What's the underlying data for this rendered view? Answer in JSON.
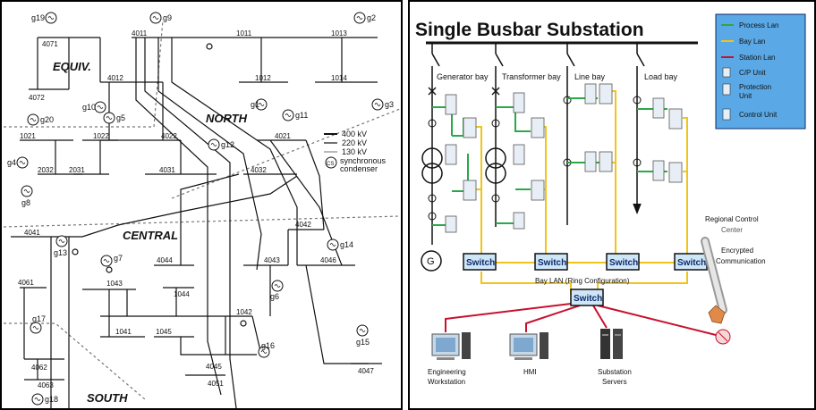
{
  "left": {
    "zones": {
      "equiv": "EQUIV.",
      "north": "NORTH",
      "central": "CENTRAL",
      "south": "SOUTH"
    },
    "legend": {
      "kv400": "400 kV",
      "kv220": "220 kV",
      "kv130": "130 kV",
      "cs_symbol": "CS",
      "cs_line1": "synchronous",
      "cs_line2": "condenser"
    },
    "generators": {
      "g19": "g19",
      "g9": "g9",
      "g2": "g2",
      "g20": "g20",
      "g10": "g10",
      "g5": "g5",
      "g1": "g1",
      "g3": "g3",
      "g11": "g11",
      "g4": "g4",
      "g12": "g12",
      "g8": "g8",
      "g14": "g14",
      "g13": "g13",
      "g7": "g7",
      "g6": "g6",
      "g15": "g15",
      "g16": "g16",
      "g17": "g17",
      "g18": "g18"
    },
    "buses": {
      "b4071": "4071",
      "b4011": "4011",
      "b1011": "1011",
      "b1013": "1013",
      "b4072": "4072",
      "b4012": "4012",
      "b1012": "1012",
      "b1014": "1014",
      "b1021": "1021",
      "b1022": "1022",
      "b4022": "4022",
      "b4021": "4021",
      "b2032": "2032",
      "b2031": "2031",
      "b4031": "4031",
      "b4032": "4032",
      "b4042": "4042",
      "b4041": "4041",
      "b4044": "4044",
      "b4043": "4043",
      "b4046": "4046",
      "b4061": "4061",
      "b1043": "1043",
      "b1044": "1044",
      "b1042": "1042",
      "b1041": "1041",
      "b1045": "1045",
      "b4045": "4045",
      "b4047": "4047",
      "b4051": "4051",
      "b4062": "4062",
      "b4063": "4063"
    }
  },
  "right": {
    "title": "Single Busbar Substation",
    "bays": {
      "generator": "Generator bay",
      "transformer": "Transformer bay",
      "line": "Line bay",
      "load": "Load bay"
    },
    "legend": {
      "process_lan": "Process Lan",
      "bay_lan": "Bay Lan",
      "station_lan": "Station Lan",
      "cp_unit": "C/P Unit",
      "protection_line1": "Protection",
      "protection_line2": "Unit",
      "control_unit": "Control Unit"
    },
    "switch_label": "Switch",
    "generator_symbol": "G",
    "bay_lan_caption": "Bay LAN (Ring Configuration)",
    "control_center_line1": "Regional Control",
    "control_center_line2": "Center",
    "encrypted_line1": "Encrypted",
    "encrypted_line2": "Communication",
    "stations": {
      "eng_line1": "Engineering",
      "eng_line2": "Workstation",
      "hmi": "HMI",
      "servers_line1": "Substation",
      "servers_line2": "Servers"
    },
    "colors": {
      "process_lan": "#2aa84a",
      "bay_lan": "#f0c419",
      "station_lan": "#c8102e",
      "legend_bg": "#5aa9e6",
      "switch_bg": "#cfe6f7"
    }
  }
}
